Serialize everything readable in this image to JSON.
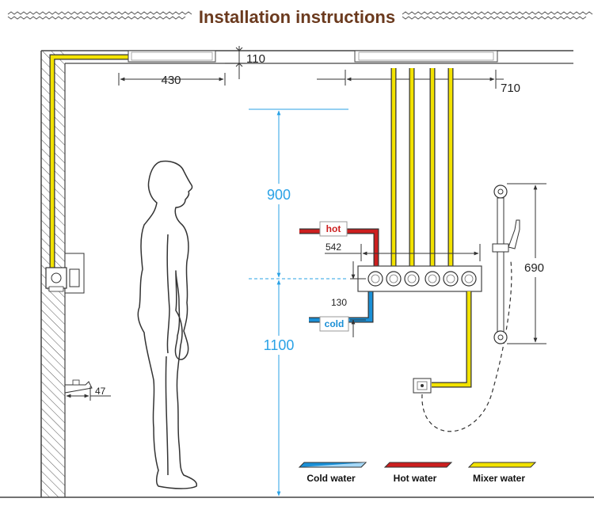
{
  "title": "Installation instructions",
  "colors": {
    "title": "#6b3a1e",
    "cold": "#1a8fd6",
    "hot": "#cc1f1f",
    "mixer": "#f2e200",
    "blue_dimension": "#2aa2e6"
  },
  "dimensions": {
    "ceiling_gap": "110",
    "left_head_width": "430",
    "right_head_width": "710",
    "upper_height": "900",
    "lower_height": "1100",
    "valve_width": "542",
    "valve_offset": "130",
    "rail_height": "690",
    "spout_offset": "47"
  },
  "labels": {
    "hot": "hot",
    "cold": "cold"
  },
  "legend": [
    {
      "label": "Cold water",
      "color": "#1a8fd6"
    },
    {
      "label": "Hot water",
      "color": "#cc1f1f"
    },
    {
      "label": "Mixer water",
      "color": "#f2e200"
    }
  ]
}
